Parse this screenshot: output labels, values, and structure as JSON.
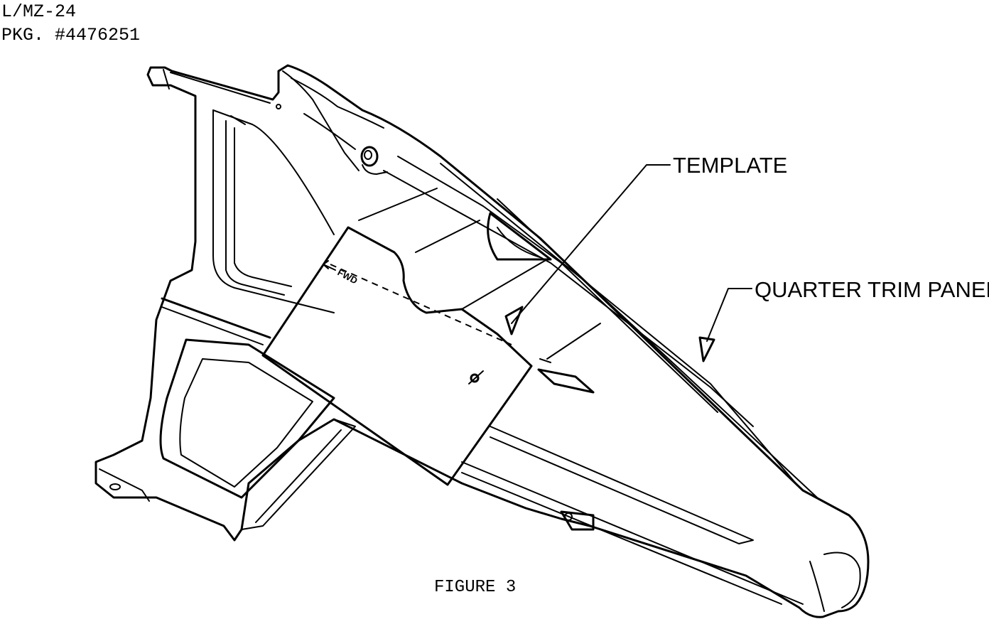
{
  "header": {
    "line1": "L/MZ-24",
    "line2": "PKG. #4476251"
  },
  "callouts": {
    "template": "TEMPLATE",
    "quarter_trim_panel": "QUARTER TRIM PANEL"
  },
  "direction_marker": "FWD",
  "caption": "FIGURE 3"
}
